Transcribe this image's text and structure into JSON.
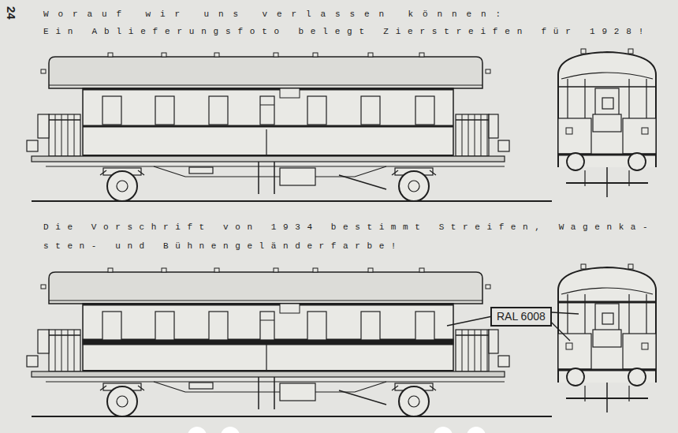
{
  "diagram": {
    "nodes": [
      {
        "text": [
          "RAL 6008"
        ]
      }
    ],
    "labels": [
      "24",
      "Worauf wir uns verlassen können:",
      "Ein Ablieferungsfoto belegt Zierstreifen für 1928!",
      "Die Vorschrift von 1934 bestimmt Streifen, Wagenka- sten- und Bühnengeländerfarbe!"
    ]
  }
}
